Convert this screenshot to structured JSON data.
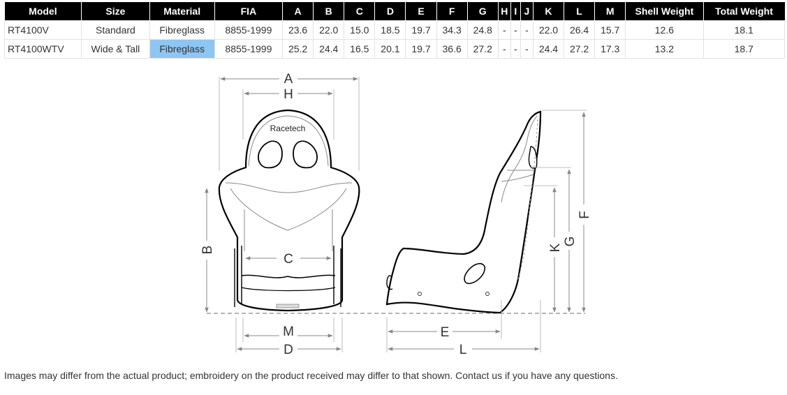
{
  "table": {
    "headers": [
      "Model",
      "Size",
      "Material",
      "FIA",
      "A",
      "B",
      "C",
      "D",
      "E",
      "F",
      "G",
      "H",
      "I",
      "J",
      "K",
      "L",
      "M",
      "Shell Weight",
      "Total Weight"
    ],
    "rows": [
      [
        "RT4100V",
        "Standard",
        "Fibreglass",
        "8855-1999",
        "23.6",
        "22.0",
        "15.0",
        "18.5",
        "19.7",
        "34.3",
        "24.8",
        "-",
        "-",
        "-",
        "22.0",
        "26.4",
        "15.7",
        "12.6",
        "18.1"
      ],
      [
        "RT4100WTV",
        "Wide & Tall",
        "Fibreglass",
        "8855-1999",
        "25.2",
        "24.4",
        "16.5",
        "20.1",
        "19.7",
        "36.6",
        "27.2",
        "-",
        "-",
        "-",
        "24.4",
        "27.2",
        "17.3",
        "13.2",
        "18.7"
      ]
    ]
  },
  "diagram": {
    "brand": "Racetech",
    "labels": {
      "A": "A",
      "H": "H",
      "B": "B",
      "C": "C",
      "M": "M",
      "D": "D",
      "E": "E",
      "L": "L",
      "F": "F",
      "G": "G",
      "K": "K"
    }
  },
  "note": "Images may differ from the actual product; embroidery on the product received may differ to that shown. Contact us if you have any questions.",
  "colors": {
    "header_bg": "#000000",
    "highlight": "#8ec5f3",
    "outline": "#000000",
    "dim": "#888888"
  }
}
